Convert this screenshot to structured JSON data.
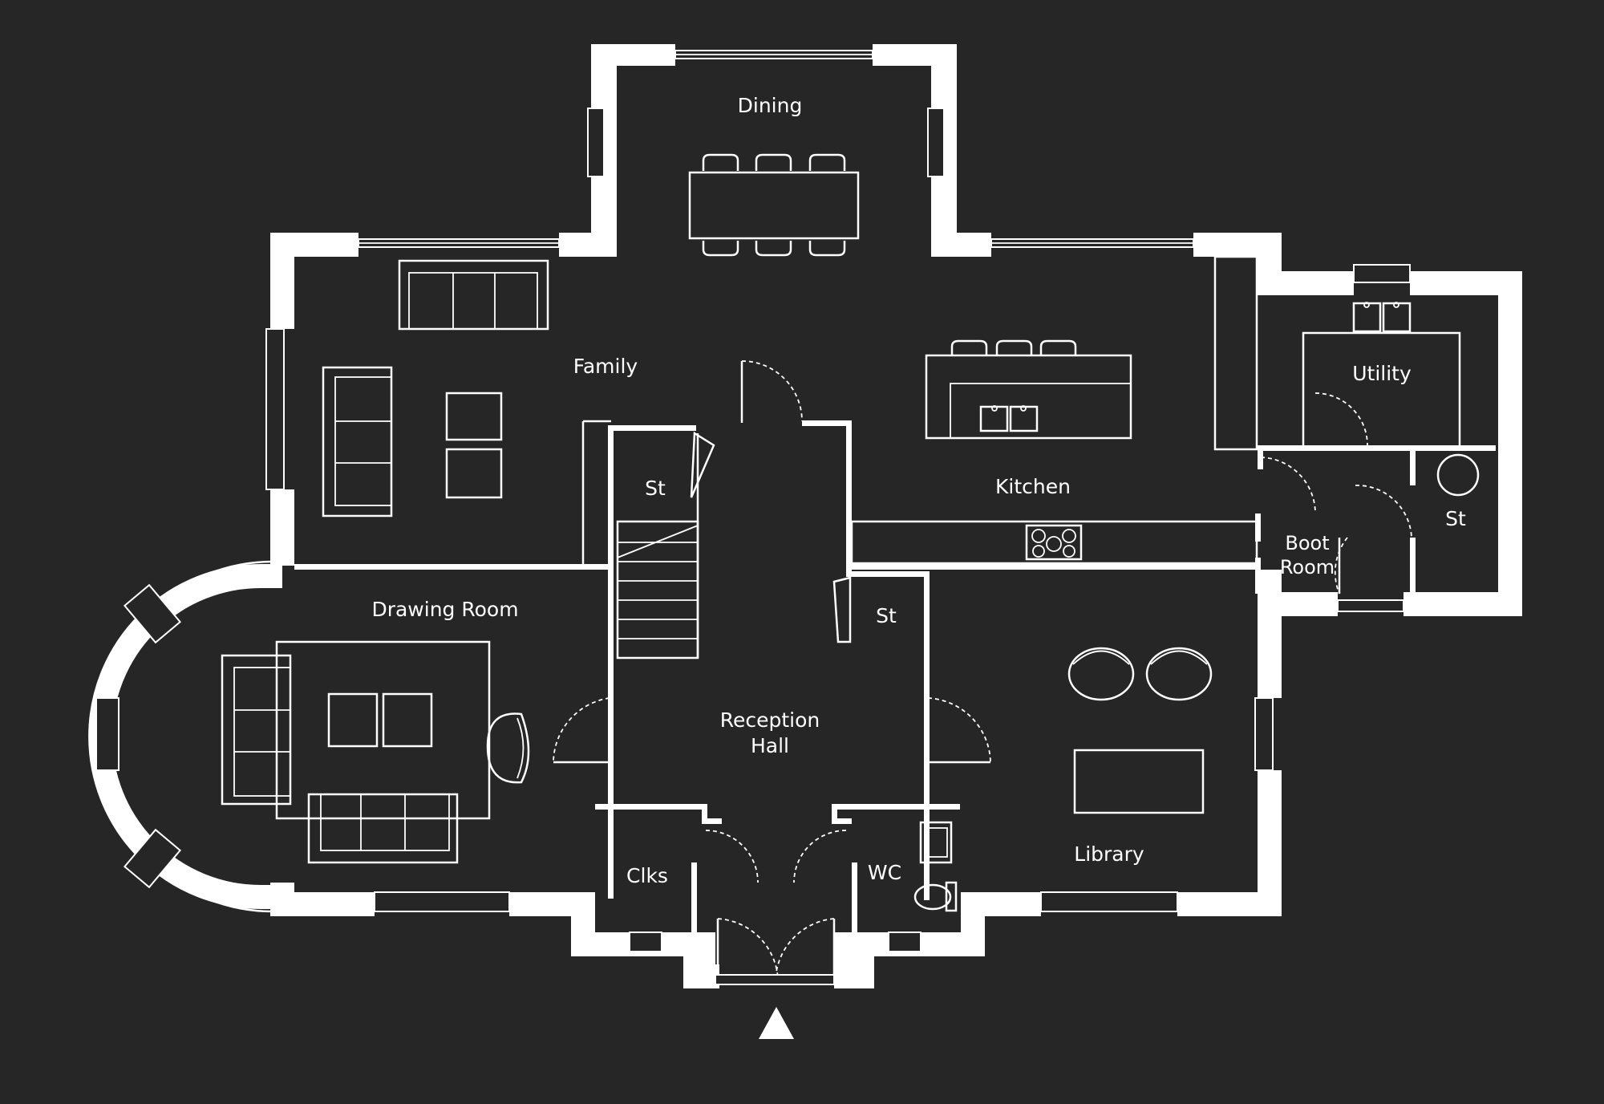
{
  "colors": {
    "background": "#262626",
    "walls": "#ffffff",
    "fixtures": "#ffffff"
  },
  "rooms": {
    "dining": "Dining",
    "family": "Family",
    "kitchen": "Kitchen",
    "utility": "Utility",
    "store_stairs": "St",
    "store_hall": "St",
    "store_boot": "St",
    "boot_room_line1": "Boot",
    "boot_room_line2": "Room",
    "drawing_room": "Drawing Room",
    "reception_hall_line1": "Reception",
    "reception_hall_line2": "Hall",
    "library": "Library",
    "clks": "Clks",
    "wc": "WC"
  },
  "icons": {
    "entrance": "triangle-up-icon"
  }
}
